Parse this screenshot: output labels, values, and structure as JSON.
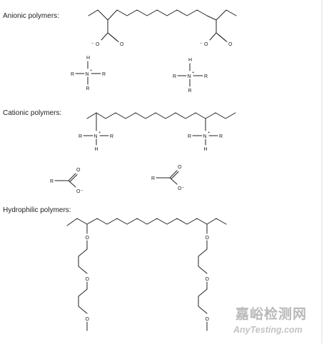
{
  "sections": [
    {
      "title": "Anionic polymers:"
    },
    {
      "title": "Cationic polymers:"
    },
    {
      "title": "Hydrophilic polymers:"
    }
  ],
  "atoms": {
    "R": "R",
    "N": "N",
    "H": "H",
    "O": "O",
    "plus": "+",
    "minus": "−"
  },
  "watermark": {
    "chinese": "嘉峪检测网",
    "english": "AnyTesting.com"
  },
  "colors": {
    "ink": "#222222",
    "watermark": "#b9b9b9"
  }
}
